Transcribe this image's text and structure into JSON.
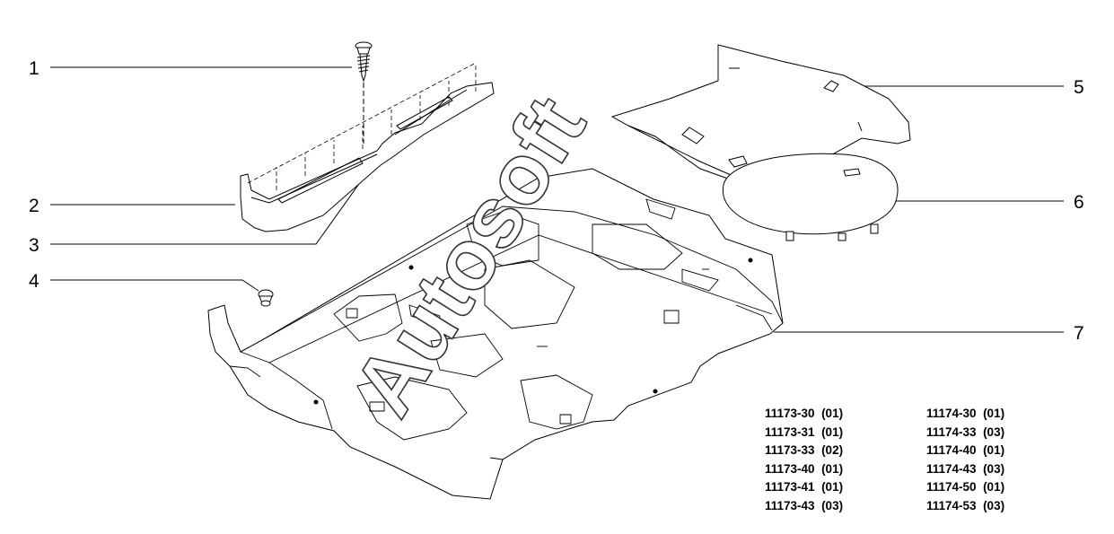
{
  "callouts": [
    "1",
    "2",
    "3",
    "4",
    "5",
    "6",
    "7"
  ],
  "watermark": "Autosoft",
  "codes_left": [
    "11173-30  (01)",
    "11173-31  (01)",
    "11173-33  (02)",
    "11173-40  (01)",
    "11173-41  (01)",
    "11173-43  (03)"
  ],
  "codes_right": [
    "11174-30  (01)",
    "11174-33  (03)",
    "11174-40  (01)",
    "11174-43  (03)",
    "11174-50  (01)",
    "11174-53  (03)"
  ]
}
